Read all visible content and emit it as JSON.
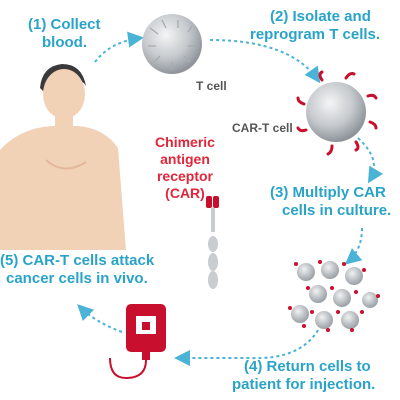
{
  "steps": [
    {
      "line1": "(1) Collect",
      "line2": "blood."
    },
    {
      "line1": "(2) Isolate and",
      "line2": "reprogram T cells."
    },
    {
      "line1": "(3) Multiply CAR",
      "line2": "cells in culture."
    },
    {
      "line1": "(4) Return cells to",
      "line2": "patient for injection."
    },
    {
      "line1": "(5) CAR-T cells attack",
      "line2": "cancer cells in vivo."
    }
  ],
  "labels": {
    "t_cell": "T cell",
    "car_t_cell": "CAR-T cell",
    "car_line1": "Chimeric",
    "car_line2": "antigen",
    "car_line3": "receptor",
    "car_line4": "(CAR)"
  },
  "colors": {
    "step_text": "#2aa3c8",
    "arrow": "#4ab3d6",
    "car_text": "#e0263a",
    "receptor": "#c8102e",
    "cell_body": "#b8bdc2",
    "skin": "#f2d2b6",
    "hair": "#3a3a3a",
    "blood": "#c8102e"
  }
}
